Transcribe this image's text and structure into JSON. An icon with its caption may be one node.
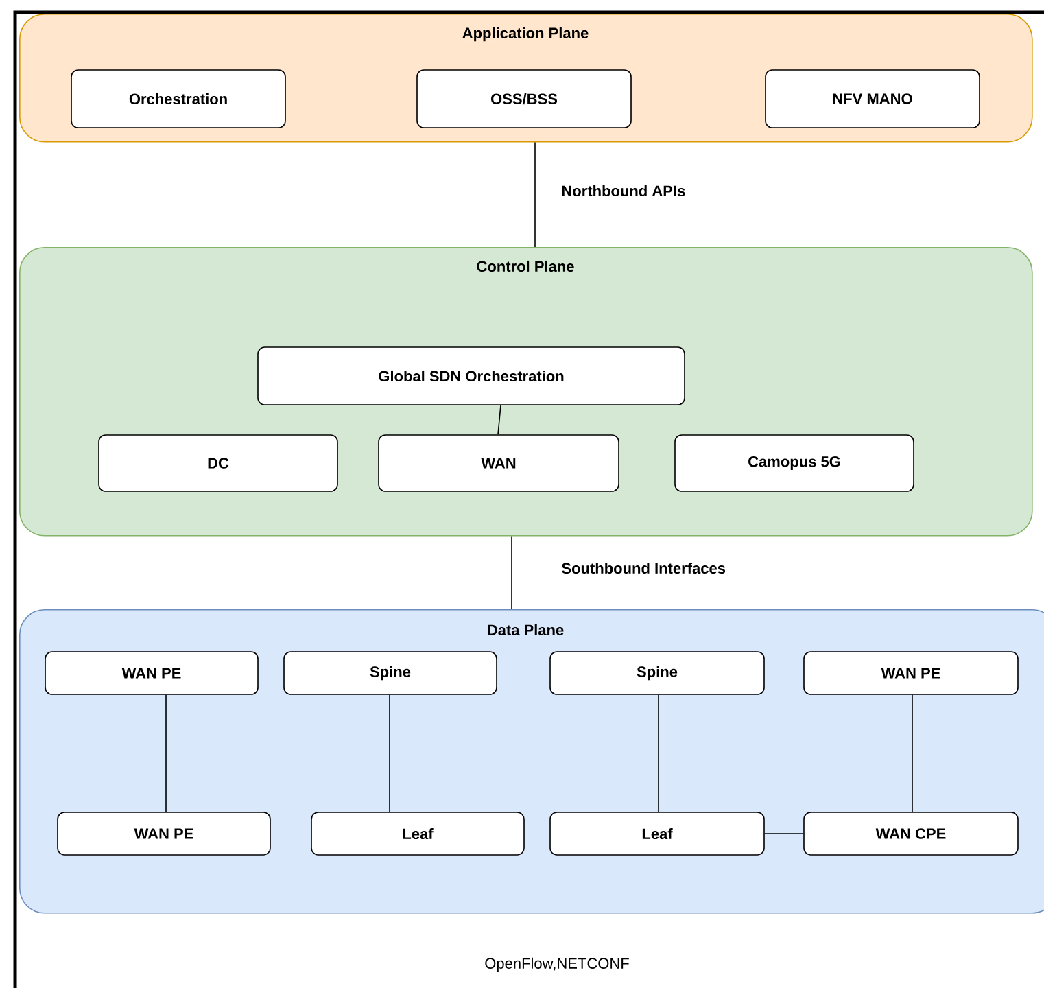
{
  "diagram": {
    "nodes": [
      {
        "text": [
          "Application Plane"
        ]
      },
      {
        "text": [
          "Orchestration"
        ],
        "in": 0
      },
      {
        "text": [
          "OSS/BSS"
        ],
        "in": 0
      },
      {
        "text": [
          "NFV MANO"
        ],
        "in": 0
      },
      {
        "text": [
          "Control Plane"
        ]
      },
      {
        "text": [
          "Global SDN  Orchestration"
        ],
        "in": 4
      },
      {
        "text": [
          "DC"
        ],
        "in": 4
      },
      {
        "text": [
          "WAN"
        ],
        "in": 4
      },
      {
        "text": [
          "Camopus 5G"
        ],
        "in": 4
      },
      {
        "text": [
          "Data Plane"
        ]
      },
      {
        "text": [
          "WAN PE"
        ],
        "in": 9
      },
      {
        "text": [
          "Spine"
        ],
        "in": 9
      },
      {
        "text": [
          "Spine"
        ],
        "in": 9
      },
      {
        "text": [
          "WAN PE"
        ],
        "in": 9
      },
      {
        "text": [
          "WAN PE"
        ],
        "in": 9
      },
      {
        "text": [
          "Leaf"
        ],
        "in": 9
      },
      {
        "text": [
          "Leaf"
        ],
        "in": 9
      },
      {
        "text": [
          "WAN CPE"
        ],
        "in": 9
      }
    ],
    "edges": [
      {
        "from": 0,
        "to": 4,
        "arrow": "none",
        "label": "Northbound APIs"
      },
      {
        "from": 5,
        "to": 7,
        "arrow": "none"
      },
      {
        "from": 4,
        "to": 9,
        "arrow": "none",
        "label": "Southbound Interfaces"
      },
      {
        "from": 10,
        "to": 14,
        "arrow": "none"
      },
      {
        "from": 11,
        "to": 15,
        "arrow": "none"
      },
      {
        "from": 12,
        "to": 16,
        "arrow": "none"
      },
      {
        "from": 13,
        "to": 17,
        "arrow": "none"
      },
      {
        "from": 17,
        "to": 16,
        "arrow": "none"
      }
    ],
    "labels": [
      "OpenFlow,NETCONF"
    ]
  }
}
